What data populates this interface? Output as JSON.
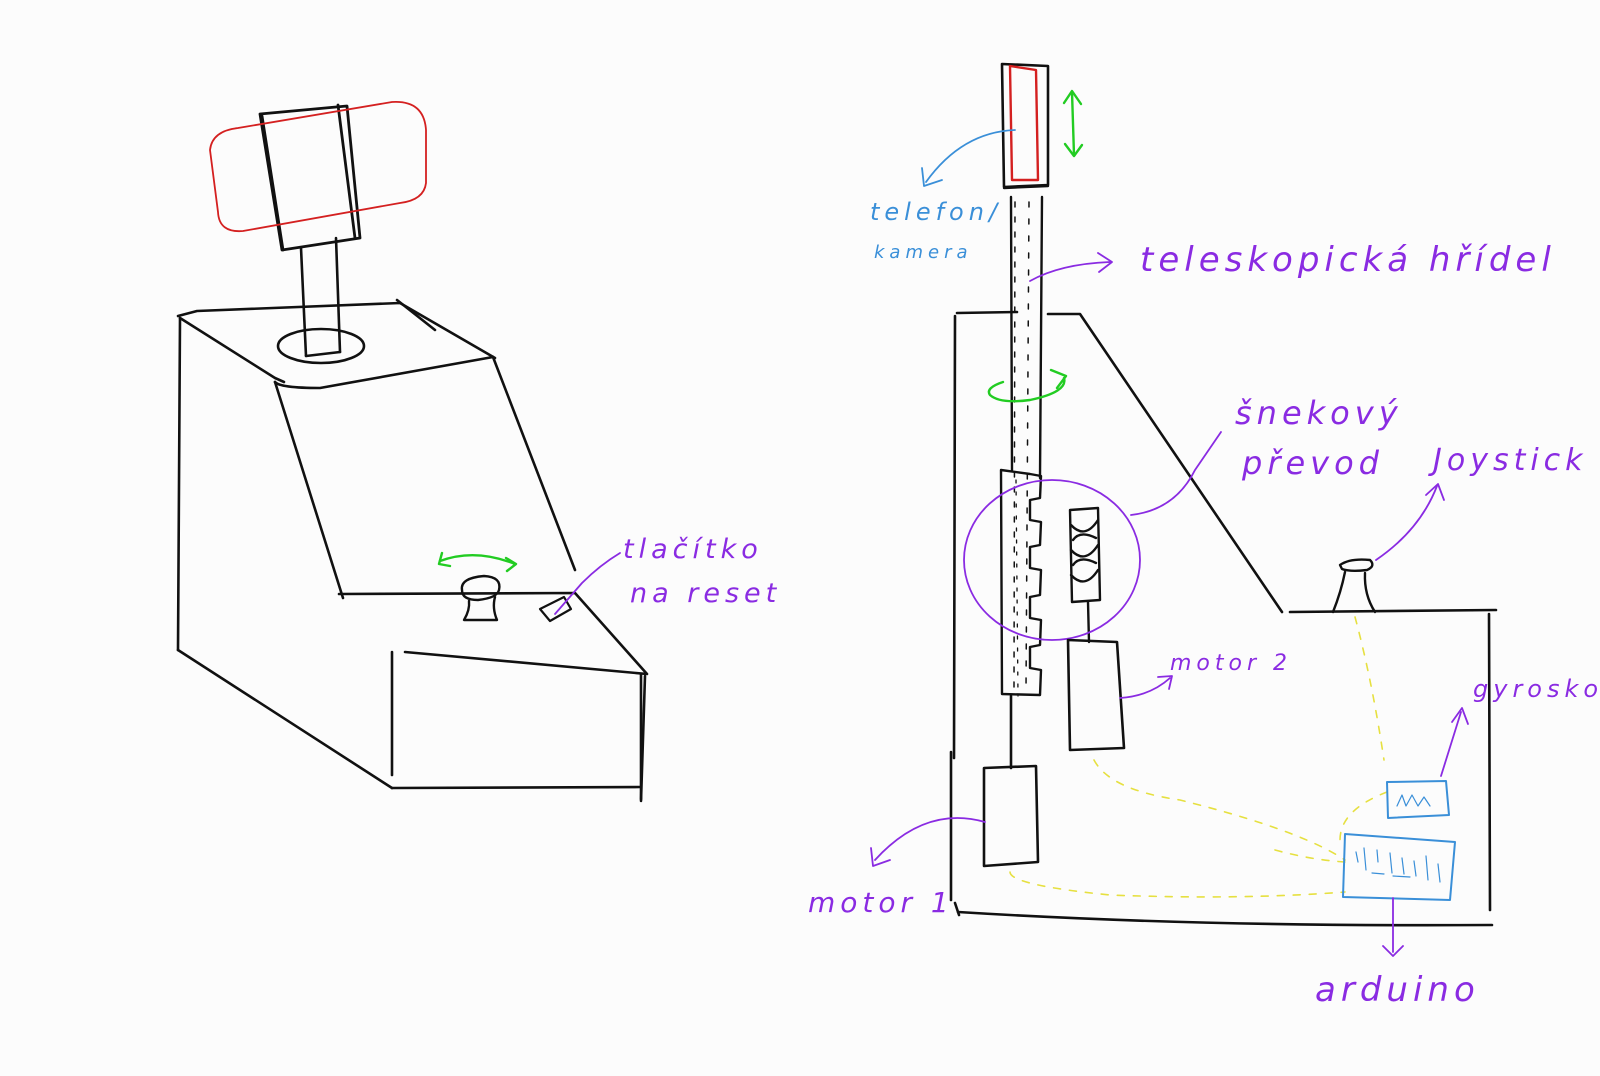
{
  "labels": {
    "reset_button": [
      "tlačítko",
      "na reset"
    ],
    "phone_camera": [
      "telefon/",
      "kamera"
    ],
    "telescopic_shaft": "teleskopická hřídel",
    "worm_gear": [
      "šnekový",
      "převod"
    ],
    "joystick": "Joystick",
    "motor_2": "motor 2",
    "gyroscope": "gyroskop",
    "motor_1": "motor 1",
    "arduino": "arduino"
  },
  "colors": {
    "outline": "#111111",
    "label": "#8a2be2",
    "camera_label": "#3a8fd8",
    "phone": "#d42020",
    "motion_arrow": "#22cc22",
    "wiring": "#e6e040",
    "electronics": "#3a8fd8"
  }
}
